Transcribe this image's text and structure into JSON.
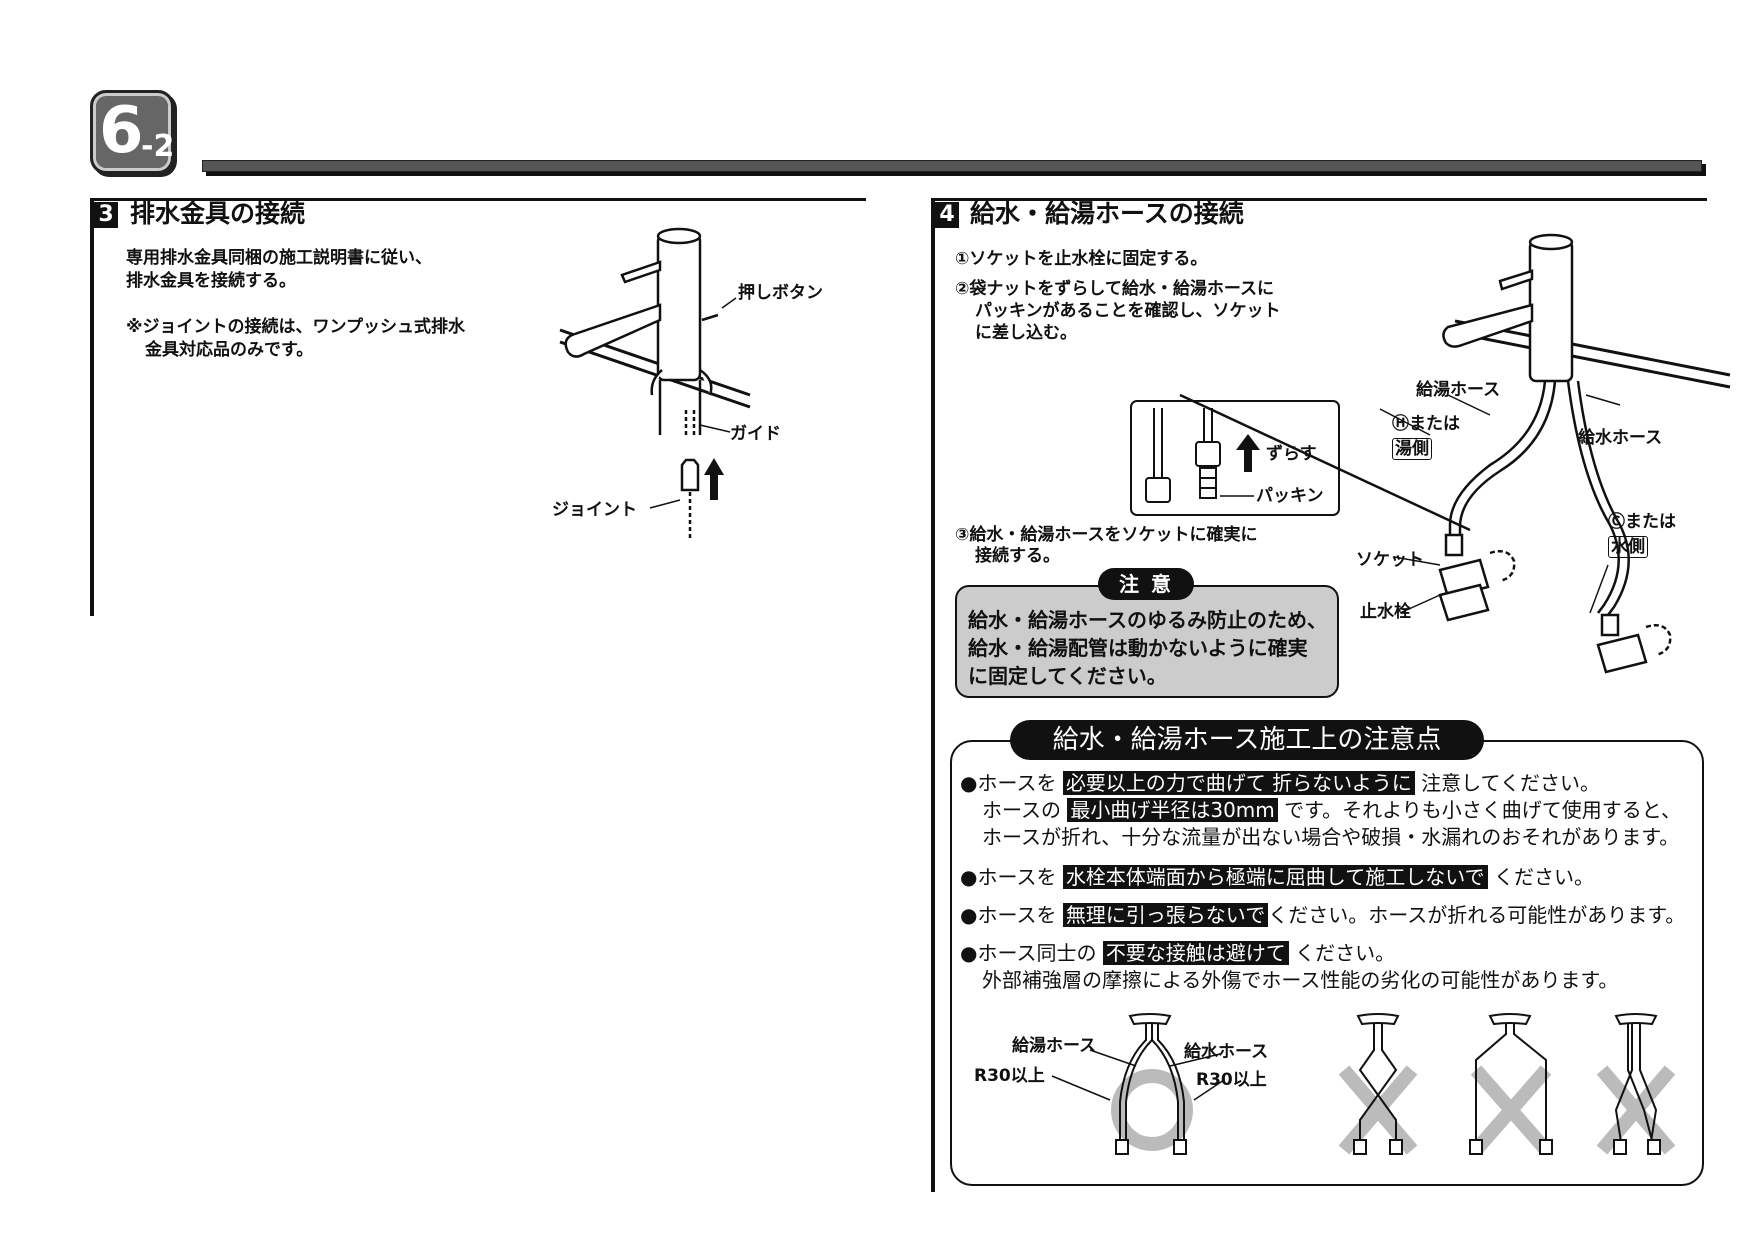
{
  "header": {
    "step_main": "6",
    "step_sub": "-2"
  },
  "section3": {
    "number": "3",
    "title": "排水金具の接続",
    "body": [
      "専用排水金具同梱の施工説明書に従い、",
      "排水金具を接続する。"
    ],
    "note": [
      "※ジョイントの接続は、ワンプッシュ式排水",
      "金具対応品のみです。"
    ],
    "labels": {
      "push_button": "押しボタン",
      "guide": "ガイド",
      "joint": "ジョイント"
    }
  },
  "section4": {
    "number": "4",
    "title": "給水・給湯ホースの接続",
    "steps": [
      [
        "①ソケットを止水栓に固定する。"
      ],
      [
        "②袋ナットをずらして給水・給湯ホースに",
        "パッキンがあることを確認し、ソケット",
        "に差し込む。"
      ],
      [
        "③給水・給湯ホースをソケットに確実に",
        "接続する。"
      ]
    ],
    "detail_labels": {
      "slide": "ずらす",
      "packing": "パッキン"
    },
    "labels": {
      "hot_hose": "給湯ホース",
      "h_or": "Ⓗまたは",
      "hot_side": "湯側",
      "cold_hose": "給水ホース",
      "c_or": "Ⓒまたは",
      "cold_side": "水側",
      "socket": "ソケット",
      "stop_valve": "止水栓"
    },
    "caution": {
      "tag": "注意",
      "lines": [
        "給水・給湯ホースのゆるみ防止のため、",
        "給水・給湯配管は動かないように確実",
        "に固定してください。"
      ]
    }
  },
  "notes": {
    "title": "給水・給湯ホース施工上の注意点",
    "items": [
      {
        "pre": "●ホースを ",
        "hl": "必要以上の力で曲げて 折らないように",
        "post": " 注意してください。"
      },
      {
        "pre": "ホースの ",
        "hl": "最小曲げ半径は30mm",
        "post": " です。それよりも小さく曲げて使用すると、"
      },
      {
        "text": "ホースが折れ、十分な流量が出ない場合や破損・水漏れのおそれがあります。"
      },
      {
        "pre": "●ホースを ",
        "hl": "水栓本体端面から極端に屈曲して施工しないで",
        "post": " ください。"
      },
      {
        "pre": "●ホースを ",
        "hl": "無理に引っ張らないで",
        "post": "ください。ホースが折れる可能性があります。"
      },
      {
        "pre": "●ホース同士の ",
        "hl": "不要な接触は避けて",
        "post": " ください。"
      },
      {
        "text": "外部補強層の摩擦による外傷でホース性能の劣化の可能性があります。"
      }
    ],
    "figure_labels": {
      "hot_hose": "給湯ホース",
      "cold_hose": "給水ホース",
      "r30_left": "R30以上",
      "r30_right": "R30以上"
    }
  }
}
